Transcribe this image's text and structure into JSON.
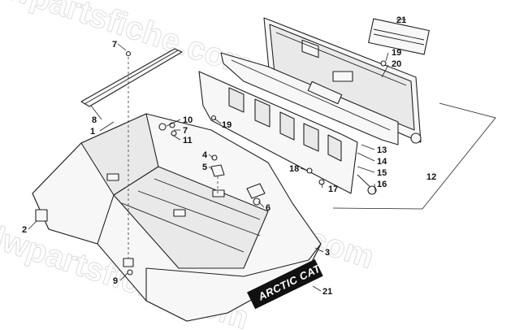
{
  "watermark": "blwpartsfiche.com",
  "logo": {
    "text": "ARCTIC CAT"
  },
  "callouts": [
    {
      "id": "c21a",
      "text": "21"
    },
    {
      "id": "c7a",
      "text": "7"
    },
    {
      "id": "c19a",
      "text": "19"
    },
    {
      "id": "c20",
      "text": "20"
    },
    {
      "id": "c8",
      "text": "8"
    },
    {
      "id": "c10",
      "text": "10"
    },
    {
      "id": "c1",
      "text": "1"
    },
    {
      "id": "c7b",
      "text": "7"
    },
    {
      "id": "c11",
      "text": "11"
    },
    {
      "id": "c19b",
      "text": "19"
    },
    {
      "id": "c13",
      "text": "13"
    },
    {
      "id": "c14",
      "text": "14"
    },
    {
      "id": "c4",
      "text": "4"
    },
    {
      "id": "c5",
      "text": "5"
    },
    {
      "id": "c18",
      "text": "18"
    },
    {
      "id": "c15",
      "text": "15"
    },
    {
      "id": "c12",
      "text": "12"
    },
    {
      "id": "c17",
      "text": "17"
    },
    {
      "id": "c16",
      "text": "16"
    },
    {
      "id": "c6",
      "text": "6"
    },
    {
      "id": "c2",
      "text": "2"
    },
    {
      "id": "c3",
      "text": "3"
    },
    {
      "id": "c9",
      "text": "9"
    },
    {
      "id": "c21b",
      "text": "21"
    }
  ]
}
